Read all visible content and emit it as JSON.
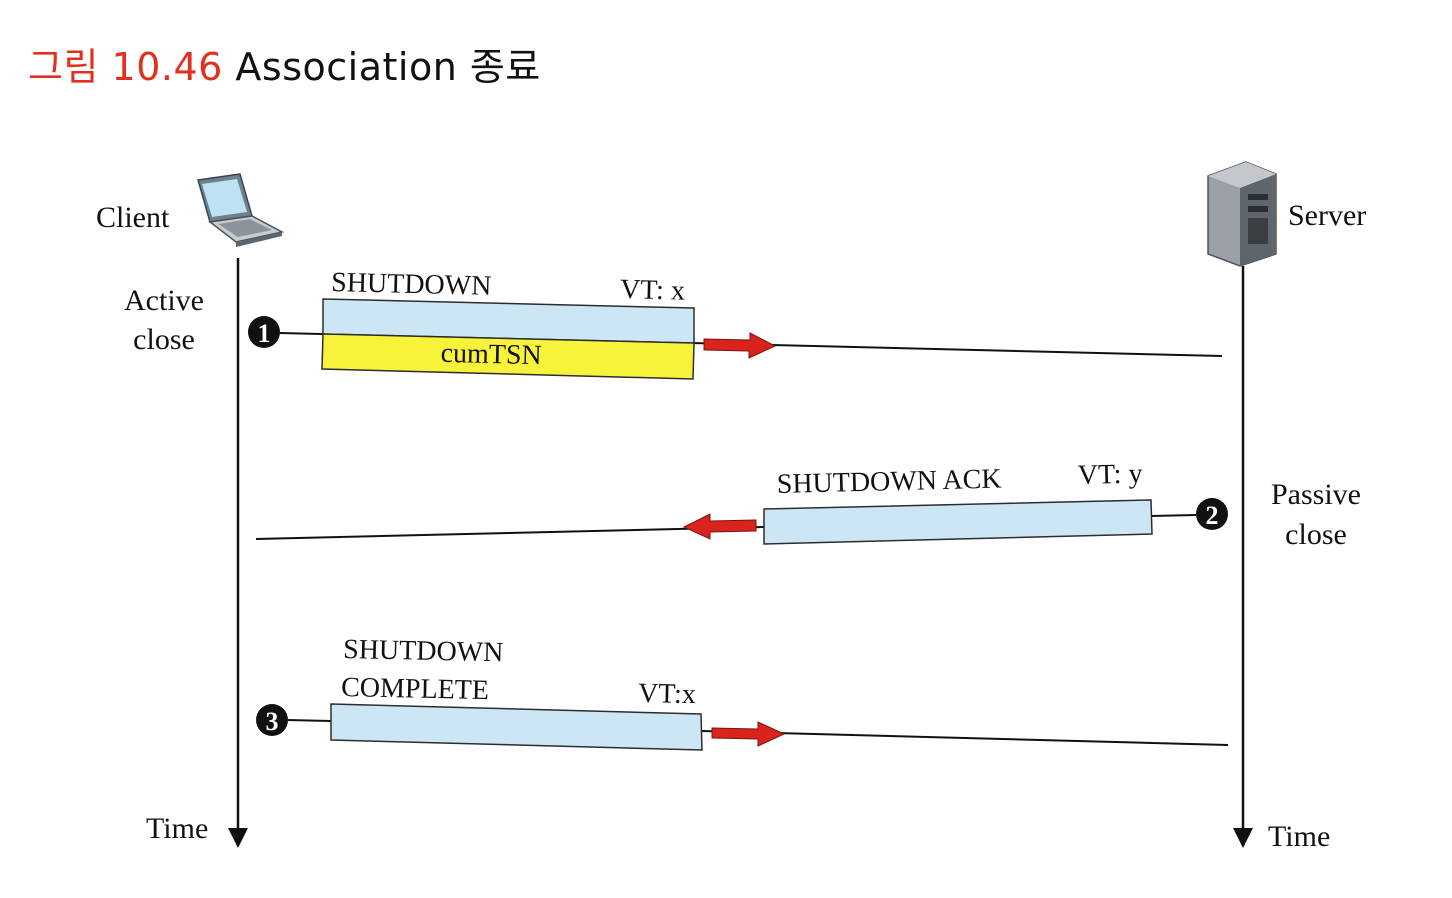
{
  "caption": {
    "prefix": "그림",
    "number": "10.46",
    "title": "Association 종료"
  },
  "hosts": {
    "client": {
      "label": "Client",
      "icon": "laptop-icon"
    },
    "server": {
      "label": "Server",
      "icon": "server-tower-icon"
    }
  },
  "time_labels": {
    "client": "Time",
    "server": "Time"
  },
  "close_labels": {
    "active": {
      "line1": "Active",
      "line2": "close"
    },
    "passive": {
      "line1": "Passive",
      "line2": "close"
    }
  },
  "steps": [
    {
      "number": "1",
      "chunk": "SHUTDOWN",
      "vt": "VT: x",
      "field": "cumTSN",
      "direction": "client-to-server"
    },
    {
      "number": "2",
      "chunk": "SHUTDOWN ACK",
      "vt": "VT: y",
      "direction": "server-to-client"
    },
    {
      "number": "3",
      "chunk_line1": "SHUTDOWN",
      "chunk_line2": "COMPLETE",
      "vt": "VT:x",
      "direction": "client-to-server"
    }
  ],
  "colors": {
    "caption_accent": "#e0311f",
    "packet_header": "#cde6f6",
    "packet_field": "#f7f23a",
    "arrow": "#d8241c"
  }
}
